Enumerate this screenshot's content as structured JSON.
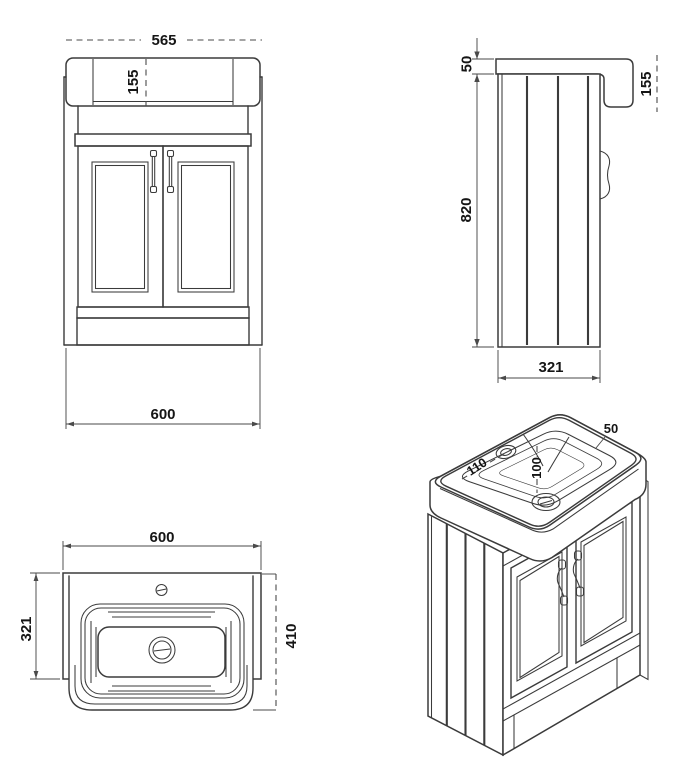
{
  "colors": {
    "line": "#3b3b3b",
    "dimension": "#4a4a4a",
    "text": "#151515",
    "background": "#ffffff"
  },
  "views": {
    "front": {
      "label": "front-elevation",
      "dims": {
        "basin_width": "565",
        "basin_height": "155",
        "cabinet_width": "600"
      }
    },
    "side": {
      "label": "side-elevation",
      "dims": {
        "worktop_thickness": "50",
        "basin_height": "155",
        "cabinet_height": "820",
        "cabinet_depth": "321"
      }
    },
    "plan": {
      "label": "plan-view",
      "dims": {
        "overall_width": "600",
        "cabinet_depth": "321",
        "overall_depth": "410"
      }
    },
    "isometric": {
      "label": "isometric-view",
      "dims": {
        "tap_hole_offset": "110",
        "drain_offset": "100",
        "rim_depth": "50"
      }
    }
  }
}
